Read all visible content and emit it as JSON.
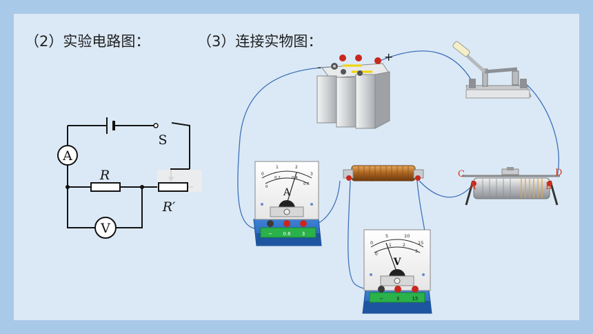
{
  "slide": {
    "heading_schematic": "（2）实验电路图：",
    "heading_physical": "（3）连接实物图："
  },
  "schematic": {
    "ammeter_symbol": "A",
    "voltmeter_symbol": "V",
    "switch_label": "S",
    "resistor_label": "R",
    "rheostat_label": "R′"
  },
  "battery": {
    "minus": "-",
    "plus": "+"
  },
  "rheostat": {
    "terminal_c": "C",
    "terminal_d": "D",
    "terminal_a": "A",
    "terminal_b": "B"
  },
  "ammeter": {
    "symbol": "A",
    "scale_small": [
      "0",
      "0.2",
      "0.4",
      "0.6"
    ],
    "scale_large": [
      "0",
      "1",
      "2",
      "3"
    ],
    "terminals": [
      "−",
      "0.6",
      "3"
    ]
  },
  "voltmeter": {
    "symbol": "V",
    "scale_small": [
      "0",
      "1",
      "2",
      "3"
    ],
    "scale_large": [
      "0",
      "5",
      "10",
      "15"
    ],
    "terminals": [
      "−",
      "3",
      "15"
    ]
  },
  "colors": {
    "background": "#dbe9f6",
    "frame": "#a9c9e8",
    "wire": "#3e6fb8",
    "terminal_red": "#c8281e",
    "terminal_dark": "#3a3a3a",
    "meter_base": "#2e6fc4",
    "meter_panel": "#2bb14a",
    "label_red": "#d23a1a"
  }
}
